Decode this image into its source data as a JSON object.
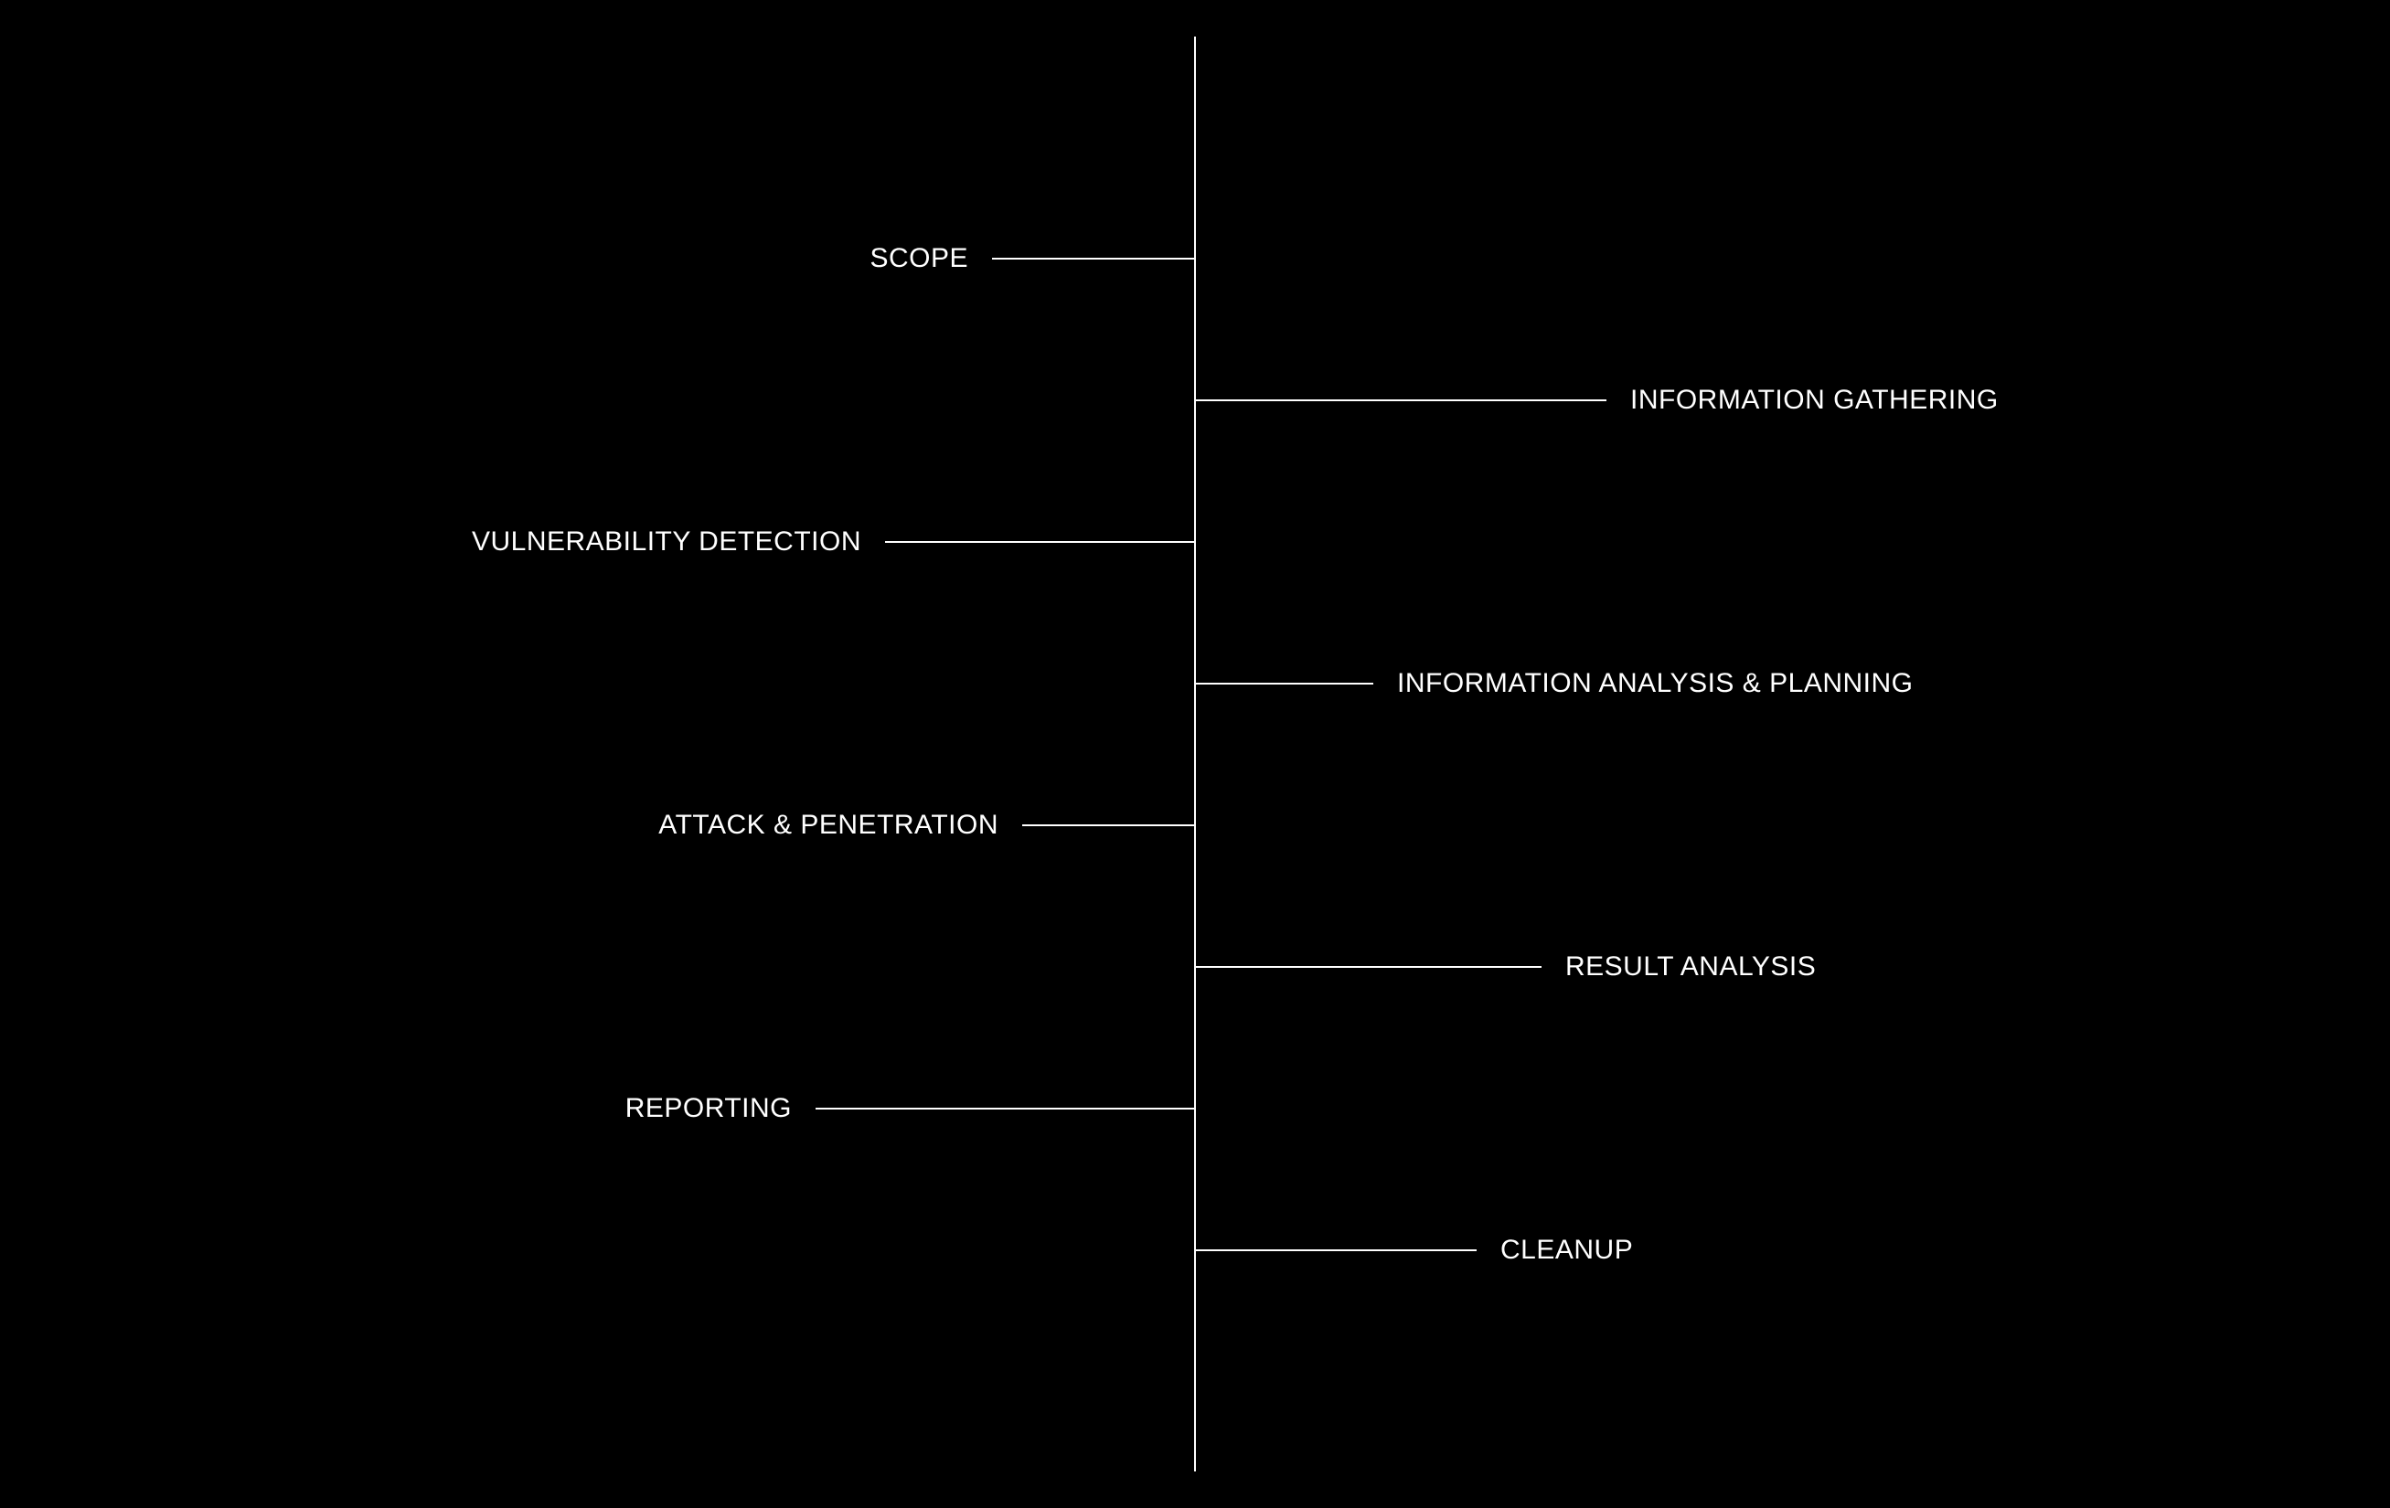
{
  "diagram": {
    "background_color": "#000000",
    "line_color": "#ffffff",
    "text_color": "#ffffff",
    "steps": [
      {
        "label": "SCOPE",
        "side": "left"
      },
      {
        "label": "INFORMATION GATHERING",
        "side": "right"
      },
      {
        "label": "VULNERABILITY DETECTION",
        "side": "left"
      },
      {
        "label": "INFORMATION ANALYSIS & PLANNING",
        "side": "right"
      },
      {
        "label": "ATTACK & PENETRATION",
        "side": "left"
      },
      {
        "label": "RESULT ANALYSIS",
        "side": "right"
      },
      {
        "label": "REPORTING",
        "side": "left"
      },
      {
        "label": "CLEANUP",
        "side": "right"
      }
    ]
  }
}
